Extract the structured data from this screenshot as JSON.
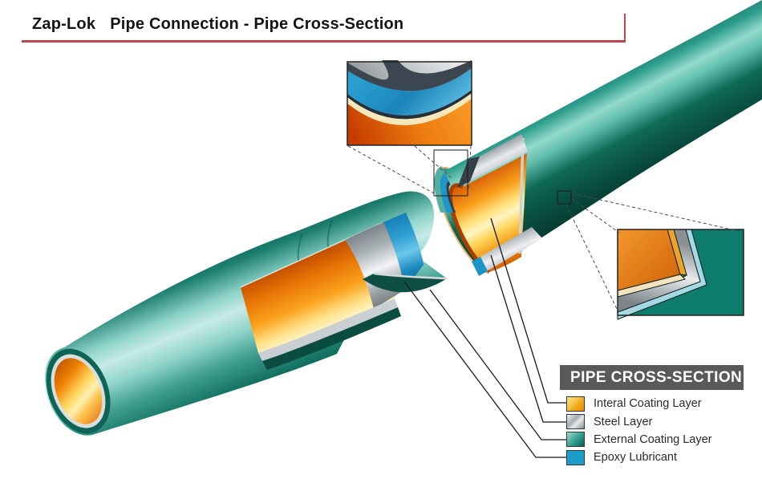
{
  "title": {
    "brand": "Zap-Lok",
    "text": "Pipe Connection - Pipe Cross-Section"
  },
  "legend": {
    "header": "PIPE CROSS-SECTION",
    "items": [
      {
        "key": "internal-coating",
        "label": "Interal Coating Layer",
        "color": "#f0a418"
      },
      {
        "key": "steel",
        "label": "Steel Layer",
        "color": "#a6adb1"
      },
      {
        "key": "external-coating",
        "label": "External Coating Layer",
        "color": "#2f9e8d"
      },
      {
        "key": "epoxy-lubricant",
        "label": "Epoxy Lubricant",
        "color": "#1c9dc9"
      }
    ]
  },
  "colors": {
    "accent_red": "#bf4450",
    "pipe_teal_dark": "#0b6154",
    "pipe_teal_light": "#c6ebe5",
    "internal_coating_orange": "#f29a07",
    "internal_coating_highlight": "#fff3c6",
    "steel_silver": "#f2f4f5",
    "epoxy_blue": "#2f9fd2",
    "legend_header_bg": "#58595b"
  }
}
